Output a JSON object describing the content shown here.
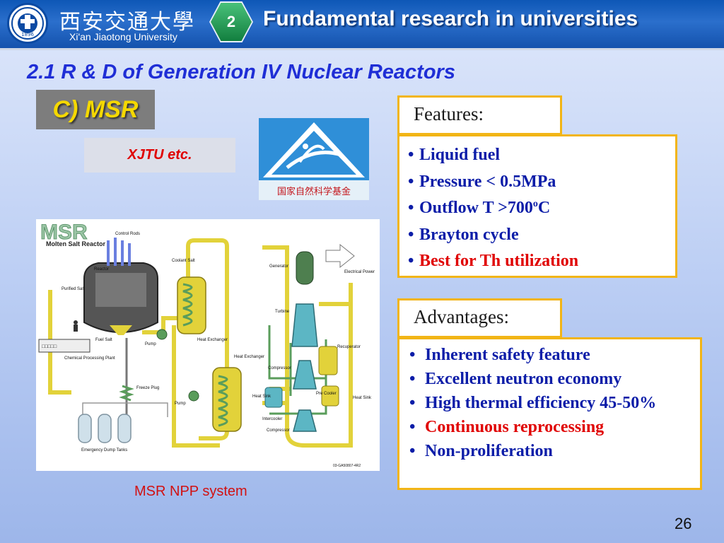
{
  "header": {
    "university_cn": "西安交通大學",
    "university_en": "Xi'an Jiaotong University",
    "seal_year": "1896",
    "section_number": "2",
    "title": "Fundamental research in universities"
  },
  "subtitle": "2.1  R & D of Generation IV Nuclear  Reactors",
  "msr_heading": "C) MSR",
  "xjtu_label": "XJTU etc.",
  "nsfc_label": "国家自然科学基金",
  "diagram": {
    "title": "MSR",
    "subtitle": "Molten Salt Reactor",
    "labels": {
      "control_rods": "Control Rods",
      "coolant_salt": "Coolant Salt",
      "reactor": "Reactor",
      "purified_salt": "Purified Salt",
      "fuel_salt": "Fuel Salt",
      "pump1": "Pump",
      "heat_exchanger1": "Heat Exchanger",
      "heat_exchanger2": "Heat Exchanger",
      "chemical_plant": "Chemical Processing Plant",
      "freeze_plug": "Freeze Plug",
      "pump2": "Pump",
      "dump_tanks": "Emergency Dump Tanks",
      "generator": "Generator",
      "electrical_power": "Electrical Power",
      "turbine": "Turbine",
      "recuperator": "Recuperator",
      "compressor1": "Compressor",
      "heat_sink1": "Heat Sink",
      "pre_cooler": "Pre Cooler",
      "heat_sink2": "Heat Sink",
      "intercooler": "Intercooler",
      "compressor2": "Compressor",
      "code": "03-GA50807-4R2",
      "box_text": "□□□□□"
    },
    "caption": "MSR NPP system"
  },
  "features": {
    "heading": "Features:",
    "items": [
      {
        "text": "Liquid fuel"
      },
      {
        "text": "Pressure < 0.5MPa"
      },
      {
        "text": "Outflow T  >700",
        "sup": "o",
        "suffix": "C"
      },
      {
        "text": "Brayton cycle"
      },
      {
        "text": "Best for Th utilization",
        "highlight": true
      }
    ]
  },
  "advantages": {
    "heading": "Advantages:",
    "items": [
      {
        "text": "Inherent safety feature"
      },
      {
        "text": "Excellent neutron economy"
      },
      {
        "text": "High thermal efficiency 45-50%"
      },
      {
        "text": "Continuous reprocessing",
        "highlight": true
      },
      {
        "text": "Non-proliferation"
      }
    ]
  },
  "page_number": "26",
  "colors": {
    "header_blue": "#1452ad",
    "title_blue": "#1f2ed6",
    "accent_red": "#e00000",
    "border_orange": "#f2b516",
    "msr_yellow": "#f5d800"
  }
}
